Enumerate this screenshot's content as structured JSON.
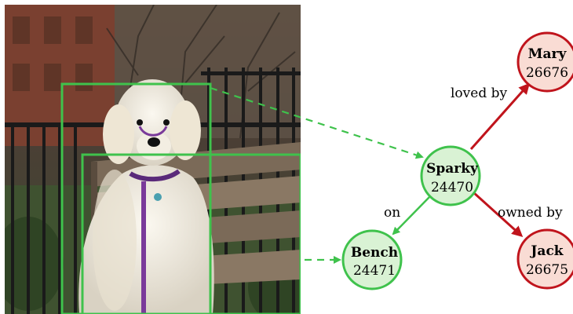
{
  "photo": {
    "subject": "dog",
    "box_color": "#3fc24c"
  },
  "nodes": {
    "sparky": {
      "name": "Sparky",
      "id": "24470",
      "fill": "#d9f2d4",
      "stroke": "#3fc24c"
    },
    "bench": {
      "name": "Bench",
      "id": "24471",
      "fill": "#d9f2d4",
      "stroke": "#3fc24c"
    },
    "mary": {
      "name": "Mary",
      "id": "26676",
      "fill": "#f9dcd4",
      "stroke": "#c0141c"
    },
    "jack": {
      "name": "Jack",
      "id": "26675",
      "fill": "#f9dcd4",
      "stroke": "#c0141c"
    }
  },
  "edges": {
    "loved_by": "loved by",
    "owned_by": "owned by",
    "on": "on"
  },
  "colors": {
    "green_edge": "#3fc24c",
    "red_edge": "#c0141c"
  }
}
